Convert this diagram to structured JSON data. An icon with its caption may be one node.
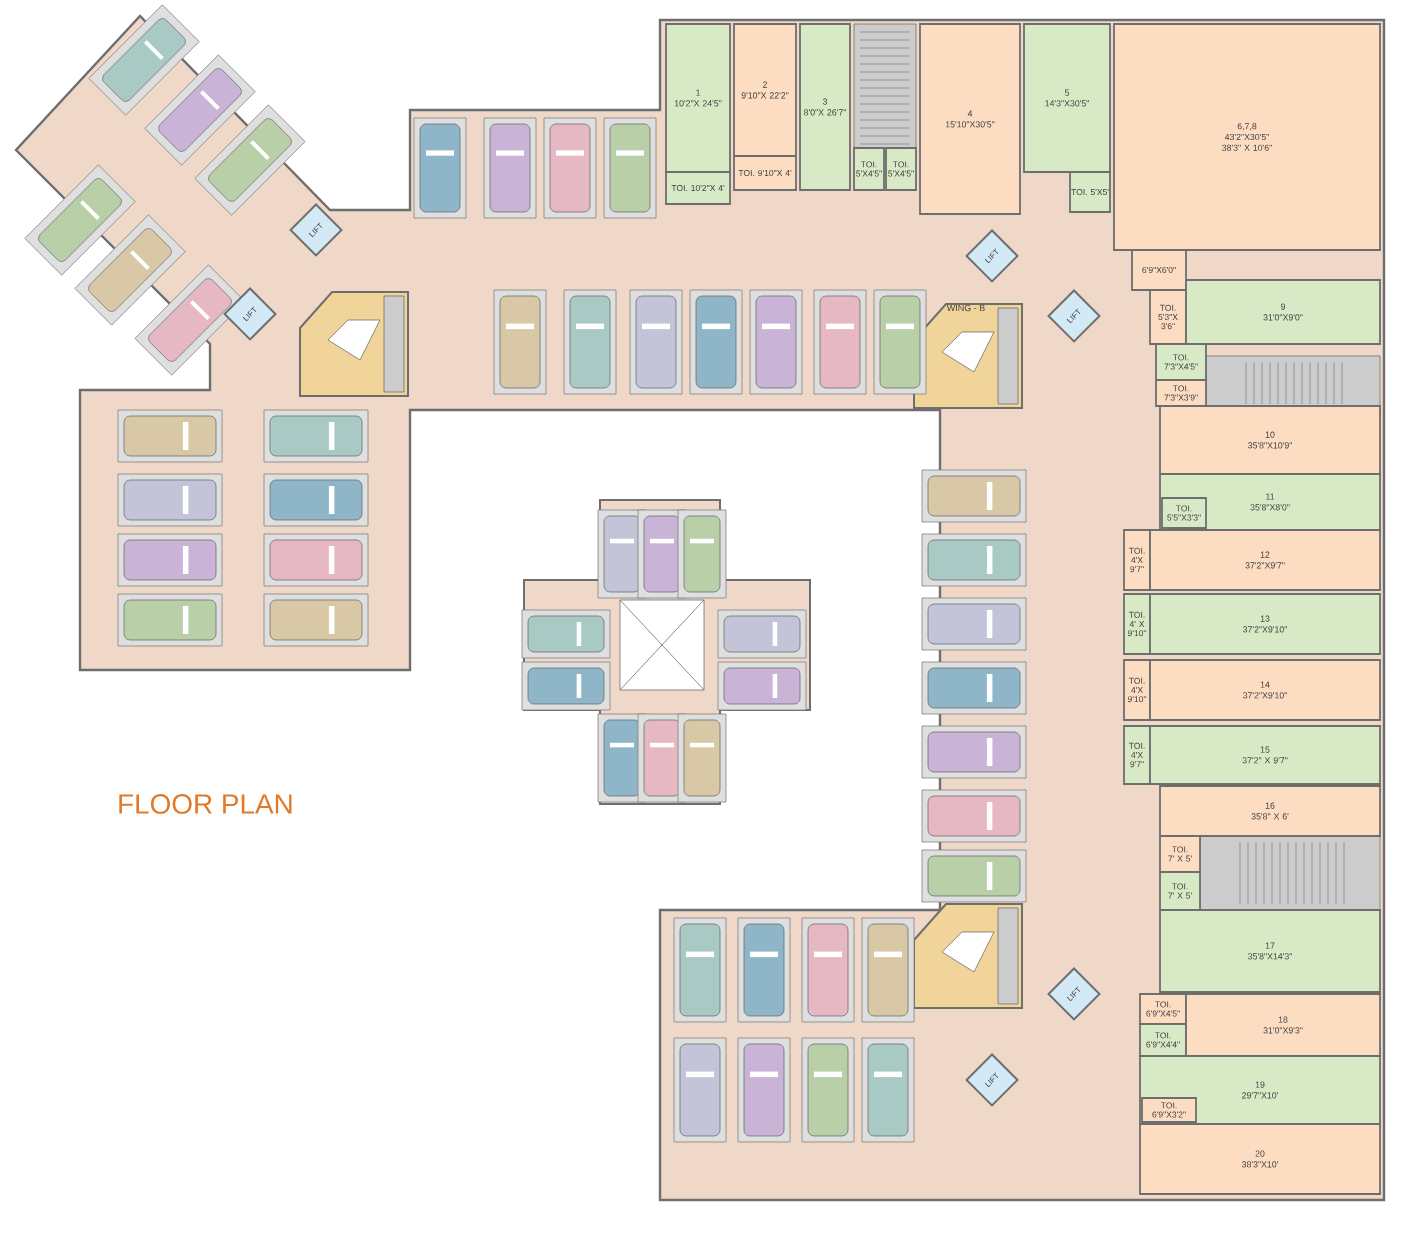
{
  "diagram": {
    "title": "FLOOR PLAN",
    "nodes": [
      {
        "text": [
          "1",
          "10'2\"X 24'5\""
        ]
      },
      {
        "text": [
          "TOI. 10'2\"X 4'"
        ]
      },
      {
        "text": [
          "2",
          "9'10\"X 22'2\""
        ]
      },
      {
        "text": [
          "TOI. 9'10\"X 4'"
        ]
      },
      {
        "text": [
          "3",
          "8'0\"X 26'7\""
        ]
      },
      {
        "text": [
          "TOI. 5'X4'5\""
        ]
      },
      {
        "text": [
          "TOI. 5'X4'5\""
        ]
      },
      {
        "text": [
          "4",
          "15'10\"X30'5\""
        ]
      },
      {
        "text": [
          "5",
          "14'3\"X30'5\""
        ]
      },
      {
        "text": [
          "TOI. 5'X5'"
        ]
      },
      {
        "text": [
          "6,7,8",
          "43'2\"X30'5\"",
          "38'3\" X 10'6\""
        ]
      },
      {
        "text": [
          "6'9\"X6'0\""
        ]
      },
      {
        "text": [
          "TOI. 5'3\"X 3'6\""
        ]
      },
      {
        "text": [
          "9",
          "31'0\"X9'0\""
        ]
      },
      {
        "text": [
          "TOI. 7'3\"X4'5\""
        ]
      },
      {
        "text": [
          "TOI. 7'3\"X3'9\""
        ]
      },
      {
        "text": [
          "10",
          "35'8\"X10'9\""
        ]
      },
      {
        "text": [
          "11",
          "35'8\"X8'0\""
        ]
      },
      {
        "text": [
          "TOI. 5'5\"X3'3\""
        ],
        "in": 17
      },
      {
        "text": [
          "TOI. 4'X 9'7\""
        ]
      },
      {
        "text": [
          "12",
          "37'2\"X9'7\""
        ]
      },
      {
        "text": [
          "TOI. 4' X 9'10\""
        ]
      },
      {
        "text": [
          "13",
          "37'2\"X9'10\""
        ]
      },
      {
        "text": [
          "TOI. 4'X 9'10\""
        ]
      },
      {
        "text": [
          "14",
          "37'2\"X9'10\""
        ]
      },
      {
        "text": [
          "TOI. 4'X 9'7\""
        ]
      },
      {
        "text": [
          "15",
          "37'2\" X 9'7\""
        ]
      },
      {
        "text": [
          "16",
          "35'8\" X 6'"
        ]
      },
      {
        "text": [
          "TOI. 7' X 5'"
        ]
      },
      {
        "text": [
          "TOI. 7' X 5'"
        ]
      },
      {
        "text": [
          "17",
          "35'8\"X14'3\""
        ]
      },
      {
        "text": [
          "TOI. 6'9\"X4'5\""
        ]
      },
      {
        "text": [
          "TOI. 6'9\"X4'4\""
        ]
      },
      {
        "text": [
          "18",
          "31'0\"X9'3\""
        ]
      },
      {
        "text": [
          "19",
          "29'7\"X10'"
        ]
      },
      {
        "text": [
          "TOI. 6'9\"X3'2\""
        ],
        "in": 34
      },
      {
        "text": [
          "20",
          "38'3\"X10'"
        ]
      },
      {
        "text": [
          "LIFT"
        ]
      },
      {
        "text": [
          "LIFT"
        ]
      },
      {
        "text": [
          "LIFT"
        ]
      },
      {
        "text": [
          "LIFT"
        ]
      },
      {
        "text": [
          "LIFT"
        ]
      },
      {
        "text": [
          "LIFT"
        ]
      }
    ],
    "labels": [
      "WING - B"
    ]
  }
}
